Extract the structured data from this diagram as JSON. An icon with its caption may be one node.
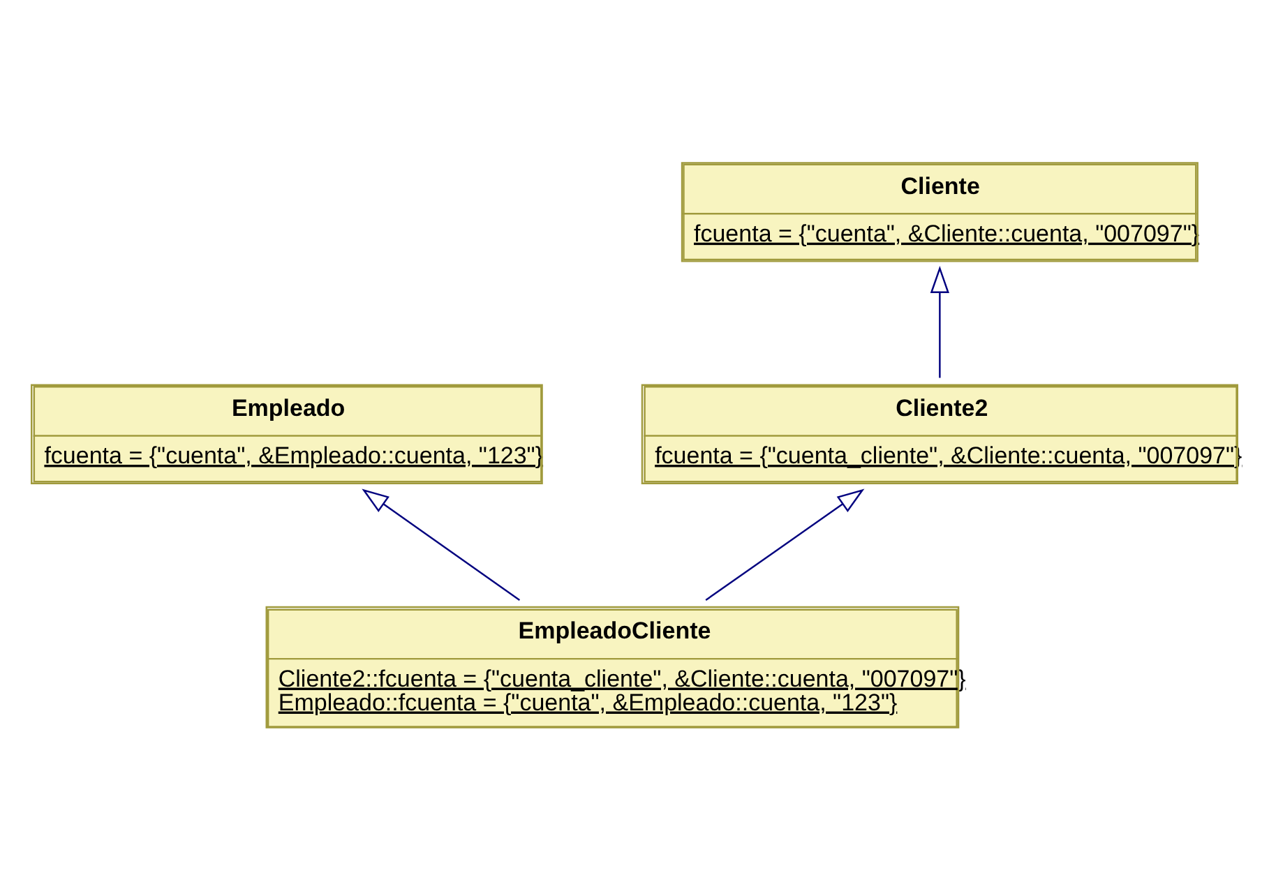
{
  "diagram": {
    "nodes": [
      {
        "text": [
          "Cliente",
          "fcuenta = {\"cuenta\", &Cliente::cuenta, \"007097\"}"
        ]
      },
      {
        "text": [
          "Empleado",
          "fcuenta = {\"cuenta\", &Empleado::cuenta, \"123\"}"
        ]
      },
      {
        "text": [
          "Cliente2",
          "fcuenta = {\"cuenta_cliente\", &Cliente::cuenta, \"007097\"}"
        ]
      },
      {
        "text": [
          "EmpleadoCliente",
          "Cliente2::fcuenta = {\"cuenta_cliente\", &Cliente::cuenta, \"007097\"}",
          "Empleado::fcuenta = {\"cuenta\", &Empleado::cuenta, \"123\"}"
        ]
      }
    ],
    "edges": [
      {
        "from": 2,
        "to": 0,
        "arrow": "to"
      },
      {
        "from": 3,
        "to": 2,
        "arrow": "to"
      },
      {
        "from": 3,
        "to": 1,
        "arrow": "to"
      }
    ]
  }
}
